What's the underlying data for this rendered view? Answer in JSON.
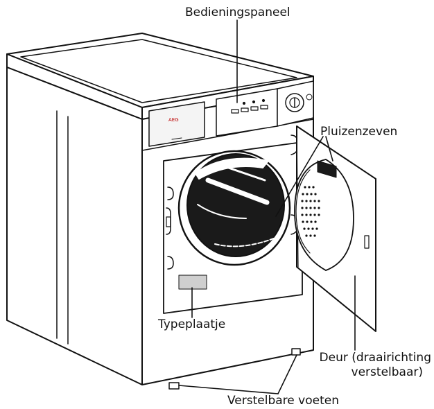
{
  "labels": {
    "control_panel": "Bedieningspaneel",
    "lint_filters": "Pluizenzeven",
    "type_plate": "Typeplaatje",
    "door_line1": "Deur (draairichting",
    "door_line2": "verstelbaar)",
    "feet": "Verstelbare voeten"
  },
  "colors": {
    "line": "#111111",
    "background": "#ffffff",
    "drum_dark": "#1a1a1a",
    "plate_grey": "#cfcfcf",
    "panel_grey": "#f4f4f4"
  }
}
